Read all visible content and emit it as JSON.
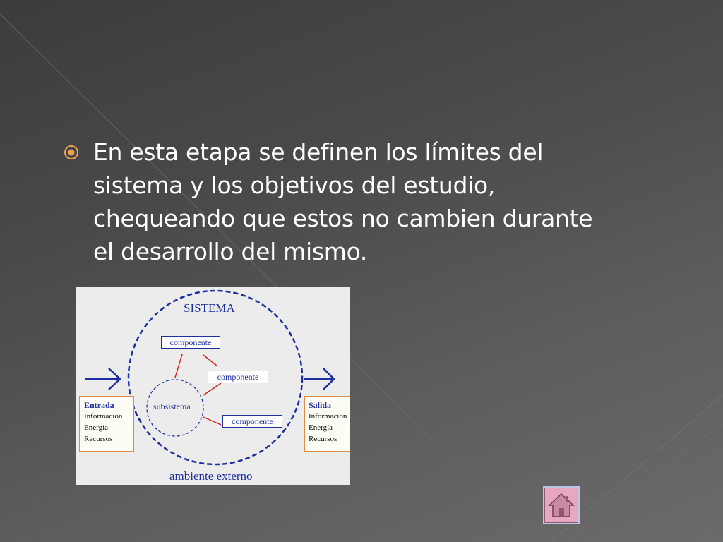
{
  "slide": {
    "bullet_text": "En esta etapa se definen los límites del sistema y los objetivos del estudio, chequeando que estos no cambien durante el desarrollo del mismo."
  },
  "figure": {
    "title": "SISTEMA",
    "components": [
      "componente",
      "componente",
      "componente"
    ],
    "subsystem": "subsistema",
    "environment": "ambiente externo",
    "input": {
      "title": "Entrada",
      "items": [
        "Información",
        "Energía",
        "Recursos"
      ]
    },
    "output": {
      "title": "Salida",
      "items": [
        "Información",
        "Energía",
        "Recursos"
      ]
    }
  },
  "colors": {
    "accent_bullet": "#f0a050",
    "diagram_blue": "#1f2fa0",
    "diagram_red": "#d22020",
    "io_border": "#e08a4a",
    "home_button": "#e7a7c0"
  },
  "icons": {
    "bullet": "target-bullet-icon",
    "home": "home-icon"
  }
}
